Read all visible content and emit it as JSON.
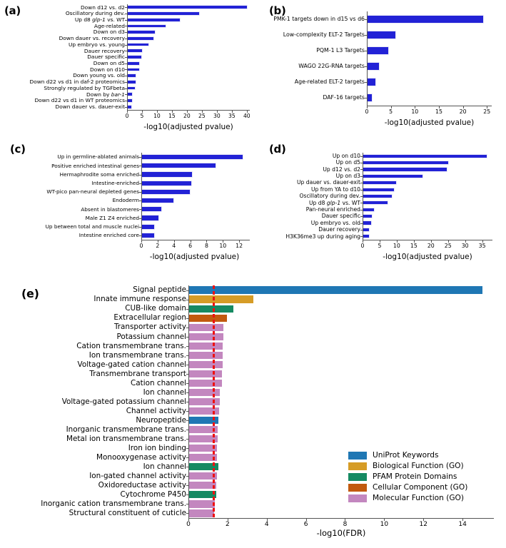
{
  "figure": {
    "panels": [
      "(a)",
      "(b)",
      "(c)",
      "(d)",
      "(e)"
    ]
  },
  "chart_data": [
    {
      "id": "a",
      "panel_label": "(a)",
      "type": "bar",
      "orientation": "horizontal",
      "title": "",
      "xlabel": "-log10(adjusted pvalue)",
      "ylabel": "",
      "xlim": [
        0,
        41
      ],
      "xticks": [
        0,
        5,
        10,
        15,
        20,
        25,
        30,
        35,
        40
      ],
      "grid": false,
      "bar_color": "#2222d6",
      "categories": [
        "Down d12 vs. d2",
        "Oscillatory during dev.",
        "Up d8 glp-1 vs. WT",
        "Age-related",
        "Down on d3",
        "Down dauer vs. recovery",
        "Up embryo vs. young",
        "Dauer recovery",
        "Dauer specific",
        "Down on d5",
        "Down on d10",
        "Down young vs. old",
        "Down d22 vs d1 in daf-2 proteomics",
        "Strongly regulated by TGFbeta",
        "Down by bar-1",
        "Down d22 vs d1 in WT proteomics",
        "Down dauer vs. dauer-exit"
      ],
      "italic_tokens": [
        "glp-1",
        "bar-1"
      ],
      "values": [
        40.2,
        24.3,
        17.9,
        13.2,
        9.5,
        9.1,
        7.3,
        5.3,
        5.1,
        4.4,
        4.2,
        3.2,
        3.1,
        2.9,
        1.9,
        1.8,
        1.7
      ]
    },
    {
      "id": "b",
      "panel_label": "(b)",
      "type": "bar",
      "orientation": "horizontal",
      "title": "",
      "xlabel": "-log10(adjusted pvalue)",
      "ylabel": "",
      "xlim": [
        0,
        26
      ],
      "xticks": [
        0,
        5,
        10,
        15,
        20,
        25
      ],
      "grid": false,
      "bar_color": "#2222d6",
      "categories": [
        "PMK-1 targets down in d15 vs d6",
        "Low-complexity ELT-2 Targets",
        "PQM-1 L3 Targets",
        "WAGO 22G-RNA targets",
        "Age-related ELT-2 targets",
        "DAF-16 targets"
      ],
      "italic_tokens": [],
      "values": [
        24.4,
        6.1,
        4.6,
        2.6,
        1.9,
        1.2
      ]
    },
    {
      "id": "c",
      "panel_label": "(c)",
      "type": "bar",
      "orientation": "horizontal",
      "title": "",
      "xlabel": "-log10(adjusted pvalue)",
      "ylabel": "",
      "xlim": [
        0,
        13.3
      ],
      "xticks": [
        0,
        2,
        4,
        6,
        8,
        10,
        12
      ],
      "grid": false,
      "bar_color": "#2222d6",
      "categories": [
        "Up in germline-ablated animals",
        "Positive enriched intestinal genes",
        "Hermaphrodite soma enriched",
        "Intestine-enriched",
        "WT-pico pan-neural depleted genes",
        "Endoderm",
        "Absent in blastomeres",
        "Male Z1 Z4 enriched",
        "Up between total and muscle nuclei",
        "Intestine enriched core"
      ],
      "italic_tokens": [],
      "values": [
        12.5,
        9.2,
        6.3,
        6.2,
        6.0,
        4.0,
        2.5,
        2.2,
        1.7,
        1.7
      ]
    },
    {
      "id": "d",
      "panel_label": "(d)",
      "type": "bar",
      "orientation": "horizontal",
      "title": "",
      "xlabel": "-log10(adjusted pvalue)",
      "ylabel": "",
      "xlim": [
        0,
        38
      ],
      "xticks": [
        0,
        5,
        10,
        15,
        20,
        25,
        30,
        35
      ],
      "grid": false,
      "bar_color": "#2222d6",
      "categories": [
        "Up on d10",
        "Up on d5",
        "Up d12 vs. d2",
        "Up on d3",
        "Up dauer vs. dauer-exit",
        "Up from YA to d10",
        "Oscillatory during dev.",
        "Up d8 glp-1 vs. WT",
        "Pan-neural enriched",
        "Dauer specific",
        "Up embryo vs. old",
        "Dauer recovery",
        "H3K36me3 up during aging"
      ],
      "italic_tokens": [
        "glp-1"
      ],
      "values": [
        36.6,
        25.2,
        24.8,
        17.7,
        10.1,
        9.4,
        8.7,
        7.5,
        3.5,
        3.0,
        2.7,
        2.1,
        2.0
      ]
    },
    {
      "id": "e",
      "panel_label": "(e)",
      "type": "bar",
      "orientation": "horizontal",
      "title": "",
      "xlabel": "-log10(FDR)",
      "ylabel": "",
      "xlim": [
        0,
        15.6
      ],
      "xticks": [
        0,
        2,
        4,
        6,
        8,
        10,
        12,
        14
      ],
      "grid": false,
      "threshold_line": {
        "value": 1.3,
        "color": "#ee1111",
        "style": "dashed"
      },
      "legend_position": "lower right",
      "legend": [
        {
          "label": "UniProt Keywords",
          "color": "#1f77b4"
        },
        {
          "label": "Biological Function (GO)",
          "color": "#d69c26"
        },
        {
          "label": "PFAM Protein Domains",
          "color": "#168a62"
        },
        {
          "label": "Cellular Component (GO)",
          "color": "#c25a0f"
        },
        {
          "label": "Molecular Function (GO)",
          "color": "#c387bf"
        }
      ],
      "categories": [
        "Signal peptide",
        "Innate immune response",
        "CUB-like domain",
        "Extracellular region",
        "Transporter activity",
        "Potassium channel",
        "Cation transmembrane trans.",
        "Ion transmembrane trans.",
        "Voltage-gated cation channel",
        "Transmembrane transport",
        "Cation channel",
        "Ion channel",
        "Voltage-gated potassium channel",
        "Channel activity",
        "Neuropeptide",
        "Inorganic transmembrane trans.",
        "Metal ion transmembrane trans.",
        "Iron ion binding",
        "Monooxygenase activity",
        "Ion channel",
        "Ion-gated channel activity",
        "Oxidoreductase activity",
        "Cytochrome P450",
        "Inorganic cation transmembrane trans.",
        "Structural constituent of cuticle"
      ],
      "values": [
        15.0,
        3.3,
        2.3,
        1.95,
        1.78,
        1.78,
        1.76,
        1.75,
        1.74,
        1.73,
        1.72,
        1.62,
        1.6,
        1.56,
        1.54,
        1.5,
        1.48,
        1.47,
        1.46,
        1.52,
        1.44,
        1.42,
        1.43,
        1.36,
        1.33
      ],
      "colors": [
        "#1f77b4",
        "#d69c26",
        "#168a62",
        "#c25a0f",
        "#c387bf",
        "#c387bf",
        "#c387bf",
        "#c387bf",
        "#c387bf",
        "#c387bf",
        "#c387bf",
        "#c387bf",
        "#c387bf",
        "#c387bf",
        "#1f77b4",
        "#c387bf",
        "#c387bf",
        "#c387bf",
        "#c387bf",
        "#168a62",
        "#c387bf",
        "#c387bf",
        "#168a62",
        "#c387bf",
        "#c387bf"
      ]
    }
  ]
}
